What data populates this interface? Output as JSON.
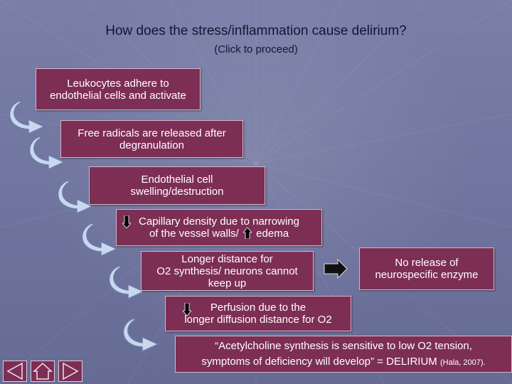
{
  "slide": {
    "title": "How does the stress/inflammation cause delirium?",
    "subtitle": "(Click to proceed)"
  },
  "steps": [
    {
      "line1": "Leukocytes adhere to",
      "line2": "endothelial cells and activate"
    },
    {
      "line1": "Free radicals are released after",
      "line2": "degranulation"
    },
    {
      "line1": "Endothelial cell",
      "line2": "swelling/destruction"
    },
    {
      "line1": "Capillary density due to narrowing",
      "line2": "of the vessel walls/",
      "line2b": "edema"
    },
    {
      "line1": "Longer distance for",
      "line2": "O2 synthesis/ neurons cannot",
      "line3": "keep up"
    },
    {
      "line1": "Perfusion due to the",
      "line2": "longer diffusion distance for O2"
    }
  ],
  "side_result": {
    "line1": "No release of",
    "line2": "neurospecific enzyme"
  },
  "conclusion": {
    "line1": "“Acetylcholine synthesis is sensitive to low O2 tension,",
    "line2": "symptoms of deficiency will develop” = DELIRIUM",
    "citation": "(Hala, 2007)."
  },
  "icons": {
    "up_arrow": "up-arrow-icon",
    "down_arrow": "down-arrow-icon",
    "curved_arrow": "curved-arrow-icon",
    "right_arrow": "right-arrow-icon"
  },
  "colors": {
    "box_fill": "#7d2e55",
    "background": "#70759f",
    "arrow_fill": "#c9d8ee"
  }
}
